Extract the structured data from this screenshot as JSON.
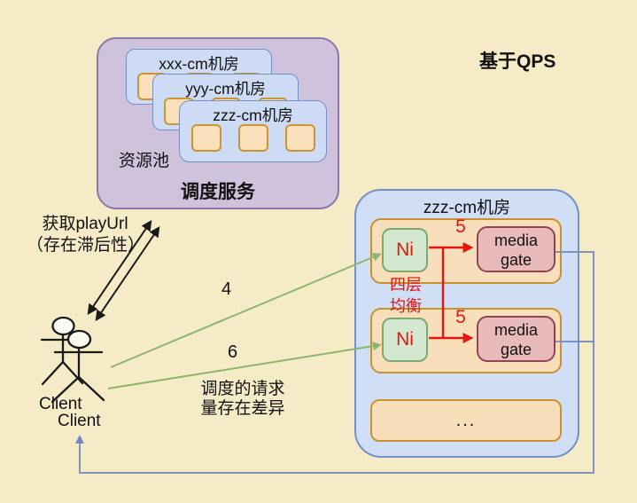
{
  "scheduler": {
    "title": "调度服务",
    "pool_label": "资源池",
    "rooms": [
      {
        "label": "xxx-cm机房"
      },
      {
        "label": "yyy-cm机房"
      },
      {
        "label": "zzz-cm机房"
      }
    ]
  },
  "qps_label": "基于QPS",
  "datacenter": {
    "title": "zzz-cm机房",
    "lb_line1": "四层",
    "lb_line2": "均衡",
    "more_label": "...",
    "groups": [
      {
        "ni_label": "Ni",
        "gate_label": "media gate",
        "qps_value": "5"
      },
      {
        "ni_label": "Ni",
        "gate_label": "media gate",
        "qps_value": "5"
      }
    ]
  },
  "annotations": {
    "playurl_line1": "获取playUrl",
    "playurl_line2": "（存在滞后性）",
    "arrow4_label": "4",
    "arrow6_label": "6",
    "note_line1": "调度的请求",
    "note_line2": "量存在差异"
  },
  "clients": [
    {
      "label": "Client"
    },
    {
      "label": "Client"
    }
  ],
  "colors": {
    "background": "#f6ebc7",
    "purple_fill": "#cfc2dc",
    "purple_border": "#8d76a9",
    "blue_fill": "#cddcf4",
    "blue_border": "#7590c7",
    "orange_fill": "#f8debb",
    "orange_border": "#c8922e",
    "green_fill": "#d4e7d0",
    "green_border": "#7ca96f",
    "pink_fill": "#e9babc",
    "pink_border": "#904550",
    "red_accent": "#e6150e",
    "green_arrow": "#8db56f",
    "blue_line": "#7186be"
  }
}
